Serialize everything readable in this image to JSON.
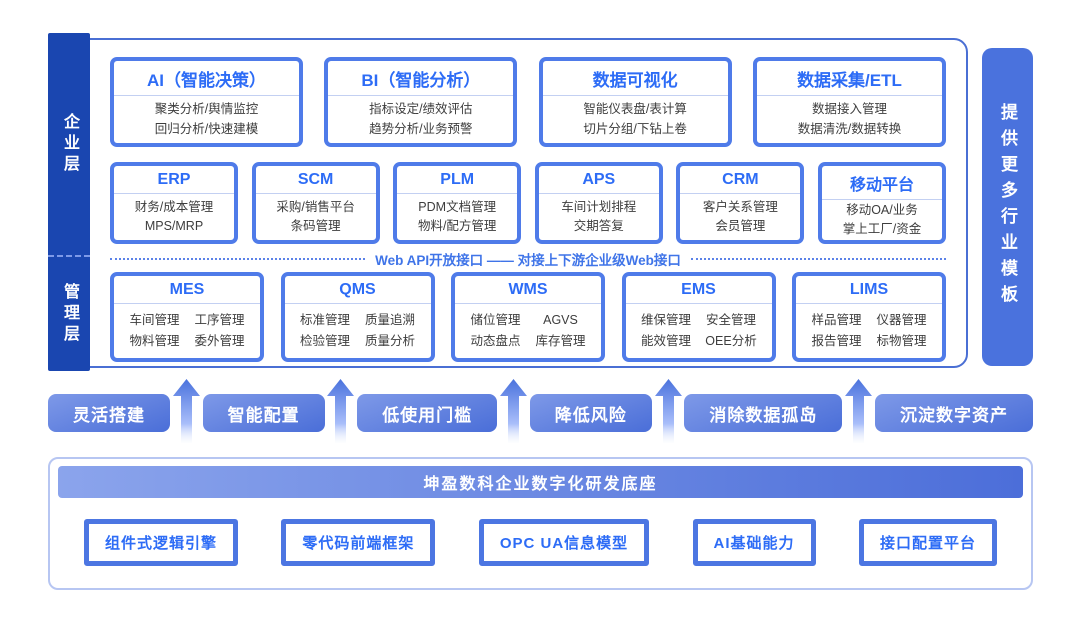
{
  "palette": {
    "deep_blue": "#1a46b0",
    "accent_blue": "#4a72dd",
    "card_border_blue": "#4f7be9",
    "title_blue": "#2d6cf6",
    "dash_blue": "#5b82e8",
    "panel_border_blue": "#4a6fd4",
    "light_border_blue": "#b7c6f2",
    "body_text": "#3d3d3d"
  },
  "left_rail": {
    "top_label": "企业层",
    "bottom_label": "管理层"
  },
  "right_rail": {
    "label": "提供更多行业模板"
  },
  "api_divider": {
    "label": "Web API开放接口 —— 对接上下游企业级Web接口"
  },
  "arch": {
    "row1": [
      {
        "title": "AI（智能决策）",
        "lines": [
          "聚类分析/舆情监控",
          "回归分析/快速建模"
        ]
      },
      {
        "title": "BI（智能分析）",
        "lines": [
          "指标设定/绩效评估",
          "趋势分析/业务预警"
        ]
      },
      {
        "title": "数据可视化",
        "lines": [
          "智能仪表盘/表计算",
          "切片分组/下钻上卷"
        ]
      },
      {
        "title": "数据采集/ETL",
        "lines": [
          "数据接入管理",
          "数据清洗/数据转换"
        ]
      }
    ],
    "row2": [
      {
        "title": "ERP",
        "lines": [
          "财务/成本管理",
          "MPS/MRP"
        ]
      },
      {
        "title": "SCM",
        "lines": [
          "采购/销售平台",
          "条码管理"
        ]
      },
      {
        "title": "PLM",
        "lines": [
          "PDM文档管理",
          "物料/配方管理"
        ]
      },
      {
        "title": "APS",
        "lines": [
          "车间计划排程",
          "交期答复"
        ]
      },
      {
        "title": "CRM",
        "lines": [
          "客户关系管理",
          "会员管理"
        ]
      },
      {
        "title": "移动平台",
        "lines": [
          "移动OA/业务",
          "掌上工厂/资金"
        ]
      }
    ],
    "row3": [
      {
        "title": "MES",
        "cells": [
          "车间管理",
          "工序管理",
          "物料管理",
          "委外管理"
        ]
      },
      {
        "title": "QMS",
        "cells": [
          "标准管理",
          "质量追溯",
          "检验管理",
          "质量分析"
        ]
      },
      {
        "title": "WMS",
        "cells": [
          "储位管理",
          "AGVS",
          "动态盘点",
          "库存管理"
        ]
      },
      {
        "title": "EMS",
        "cells": [
          "维保管理",
          "安全管理",
          "能效管理",
          "OEE分析"
        ]
      },
      {
        "title": "LIMS",
        "cells": [
          "样品管理",
          "仪器管理",
          "报告管理",
          "标物管理"
        ]
      }
    ]
  },
  "benefits": [
    "灵活搭建",
    "智能配置",
    "低使用门槛",
    "降低风险",
    "消除数据孤岛",
    "沉淀数字资产"
  ],
  "foundation": {
    "title": "坤盈数科企业数字化研发底座",
    "capabilities": [
      "组件式逻辑引擎",
      "零代码前端框架",
      "OPC UA信息模型",
      "AI基础能力",
      "接口配置平台"
    ]
  }
}
